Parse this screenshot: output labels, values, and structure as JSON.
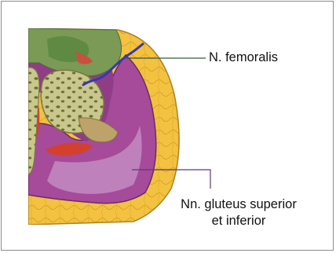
{
  "labels": {
    "femoralis": "N. femoralis",
    "gluteus_line1": "Nn. gluteus superior",
    "gluteus_line2": "et inferior"
  },
  "colors": {
    "fat": "#f2c240",
    "muscle": "#a64a9a",
    "bone": "#c8c78e",
    "nerve": "#3438b8",
    "leader": "#5a3a7a"
  }
}
